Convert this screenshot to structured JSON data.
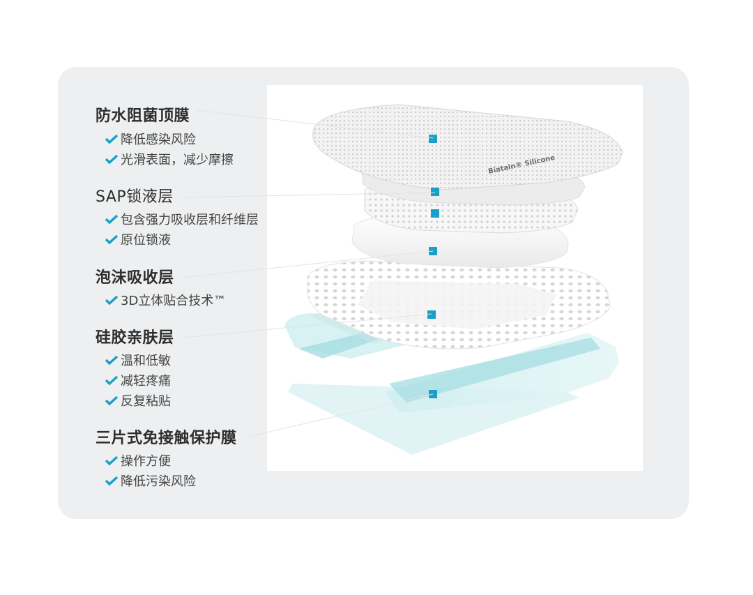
{
  "product_label": "Biatain® Silicone",
  "accent_color": "#1aa0c8",
  "sections": [
    {
      "title": "防水阻菌顶膜",
      "items": [
        "降低感染风险",
        "光滑表面，减少摩擦"
      ]
    },
    {
      "title": "SAP锁液层",
      "items": [
        "包含强力吸收层和纤维层",
        "原位锁液"
      ]
    },
    {
      "title": "泡沫吸收层",
      "items": [
        "3D立体贴合技术™"
      ]
    },
    {
      "title": "硅胶亲肤层",
      "items": [
        "温和低敏",
        "减轻疼痛",
        "反复粘贴"
      ]
    },
    {
      "title": "三片式免接触保护膜",
      "items": [
        "操作方便",
        "降低污染风险"
      ]
    }
  ]
}
